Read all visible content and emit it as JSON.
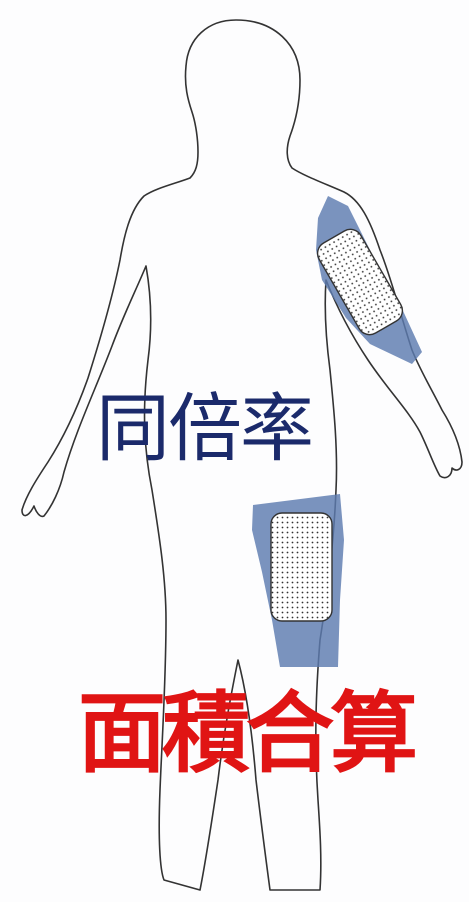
{
  "labels": {
    "magnification": "同倍率",
    "area_total": "面積合算"
  },
  "colors": {
    "magnification_text": "#1b2a6b",
    "area_total_text": "#e01414",
    "application_area": "#5d7bb0",
    "patch_fill": "#ffffff",
    "patch_dots": "#333333",
    "outline": "#333333"
  },
  "regions": [
    {
      "name": "upper-arm",
      "kind": "application-area"
    },
    {
      "name": "thigh",
      "kind": "application-area"
    }
  ]
}
